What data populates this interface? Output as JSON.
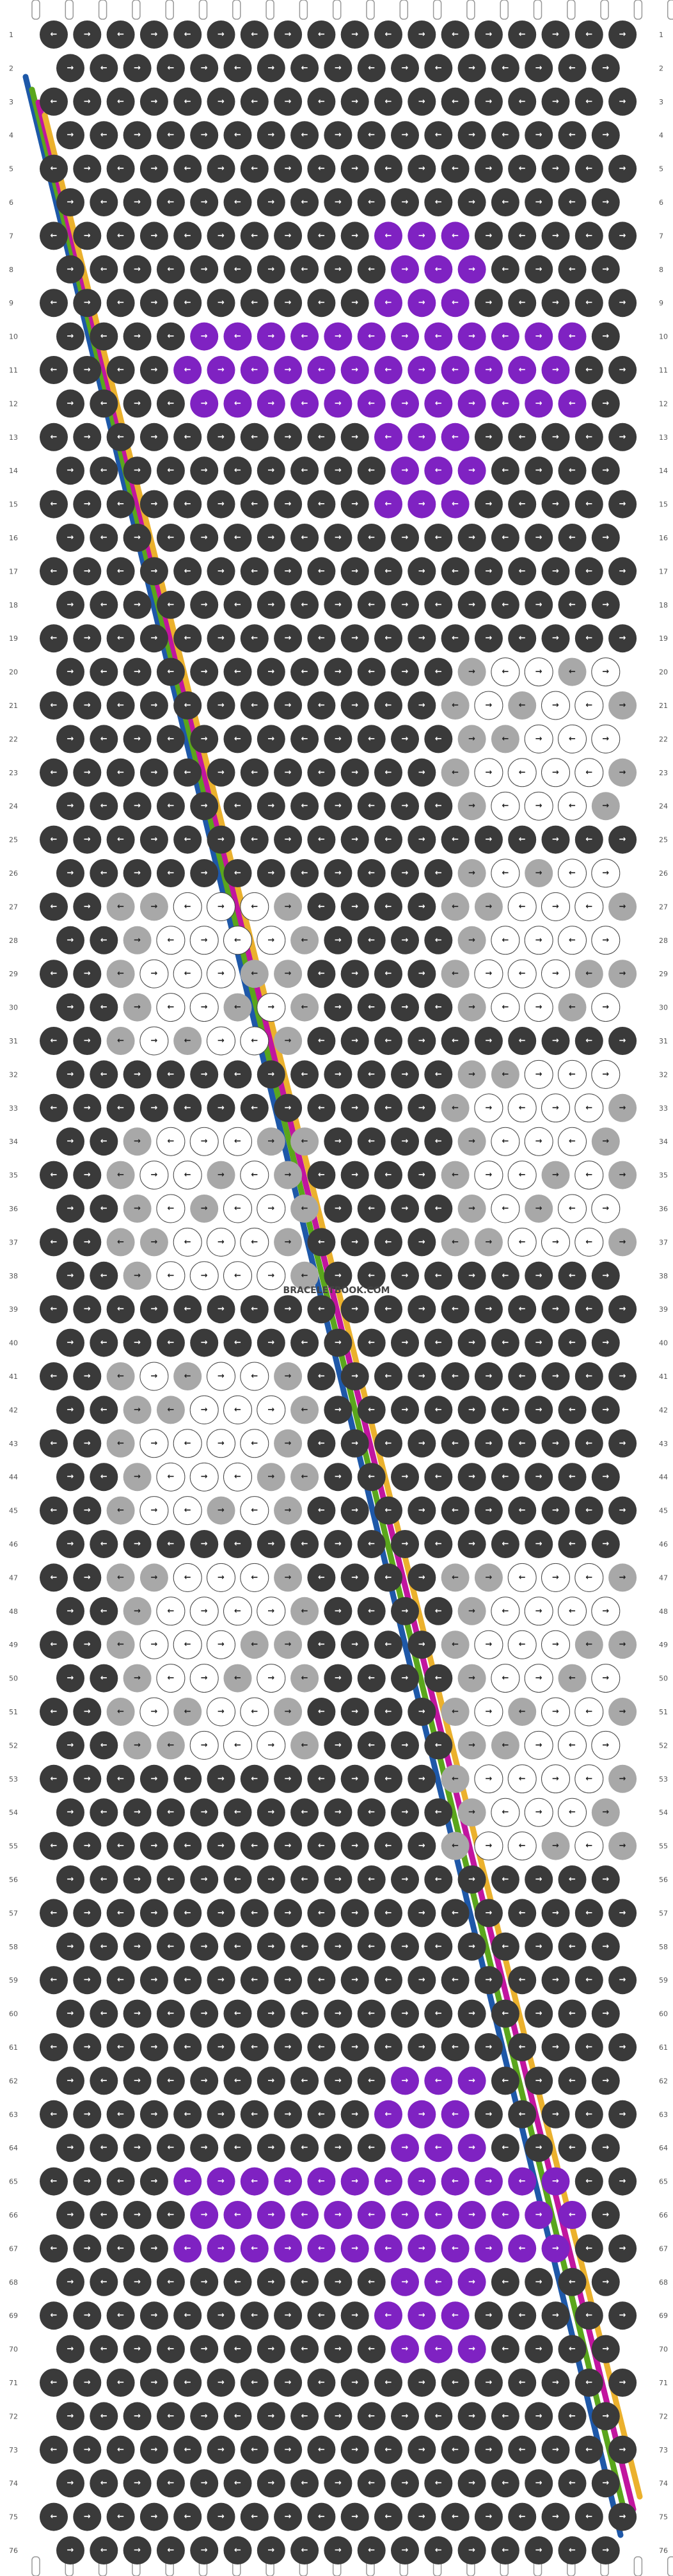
{
  "watermark": "BRACELETBOOK.COM",
  "pattern": {
    "rows": 76,
    "knots_per_row": 18,
    "colors": {
      "background": "#3a3a3a",
      "gray": "#a8a8a8",
      "white": "#ffffff",
      "purple": "#7f22c2",
      "magenta": "#c1159f",
      "orange": "#ebb12d",
      "green": "#5aa61c",
      "blue": "#1e58a8",
      "string": "#dedede"
    },
    "strings": [
      {
        "name": "blue",
        "color": "#1e58a8"
      },
      {
        "name": "green",
        "color": "#5aa61c"
      },
      {
        "name": "magenta",
        "color": "#c1159f"
      },
      {
        "name": "orange",
        "color": "#ebb12d"
      },
      {
        "name": "purple",
        "color": "#7f22c2"
      },
      {
        "name": "gray",
        "color": "#a8a8a8"
      }
    ]
  }
}
